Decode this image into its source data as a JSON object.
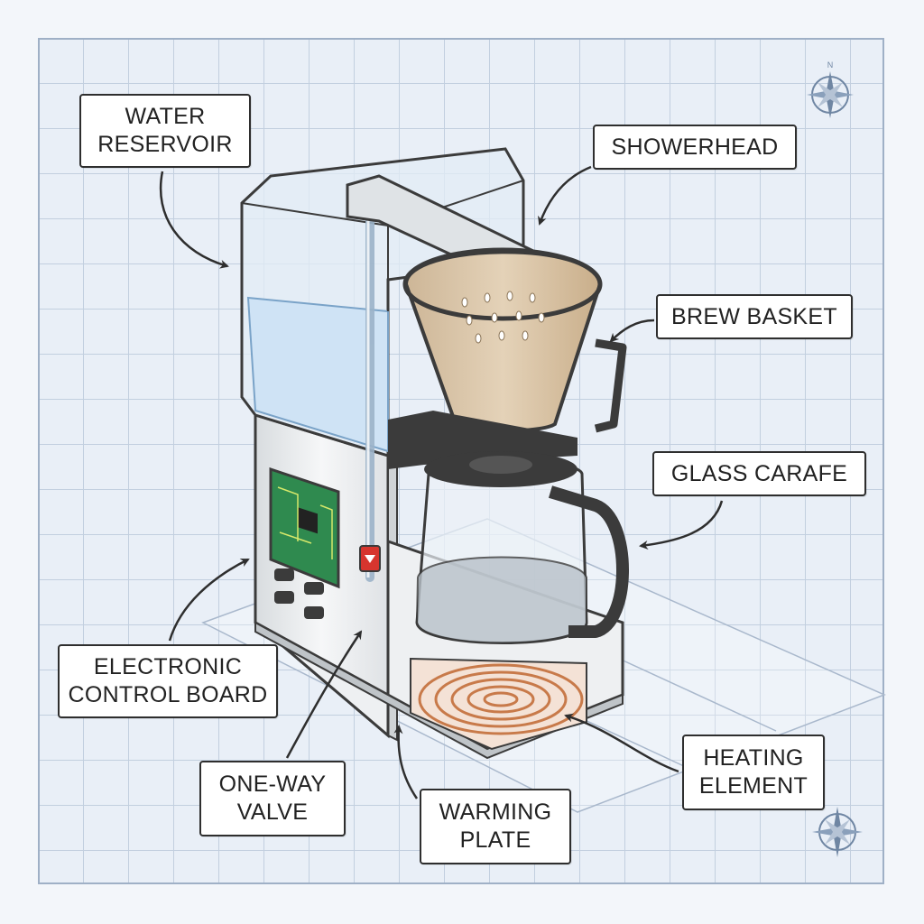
{
  "colors": {
    "grid": "#c2cfdf",
    "water": "#cfe3f5",
    "body": "#eef0f2",
    "dark": "#3b3b3b",
    "filter": "#d9c3a5",
    "circuit": "#2f8a4f",
    "coil": "#c87a4a",
    "valve": "#d6352e"
  },
  "icons": [
    "compass-rose-icon-top",
    "compass-rose-icon-bottom"
  ],
  "labels": {
    "water_reservoir": "WATER\nRESERVOIR",
    "showerhead": "SHOWERHEAD",
    "brew_basket": "BREW BASKET",
    "glass_carafe": "GLASS CARAFE",
    "electronic_control_board": "ELECTRONIC\nCONTROL BOARD",
    "one_way_valve": "ONE-WAY\nVALVE",
    "warming_plate": "WARMING\nPLATE",
    "heating_element": "HEATING\nELEMENT"
  }
}
